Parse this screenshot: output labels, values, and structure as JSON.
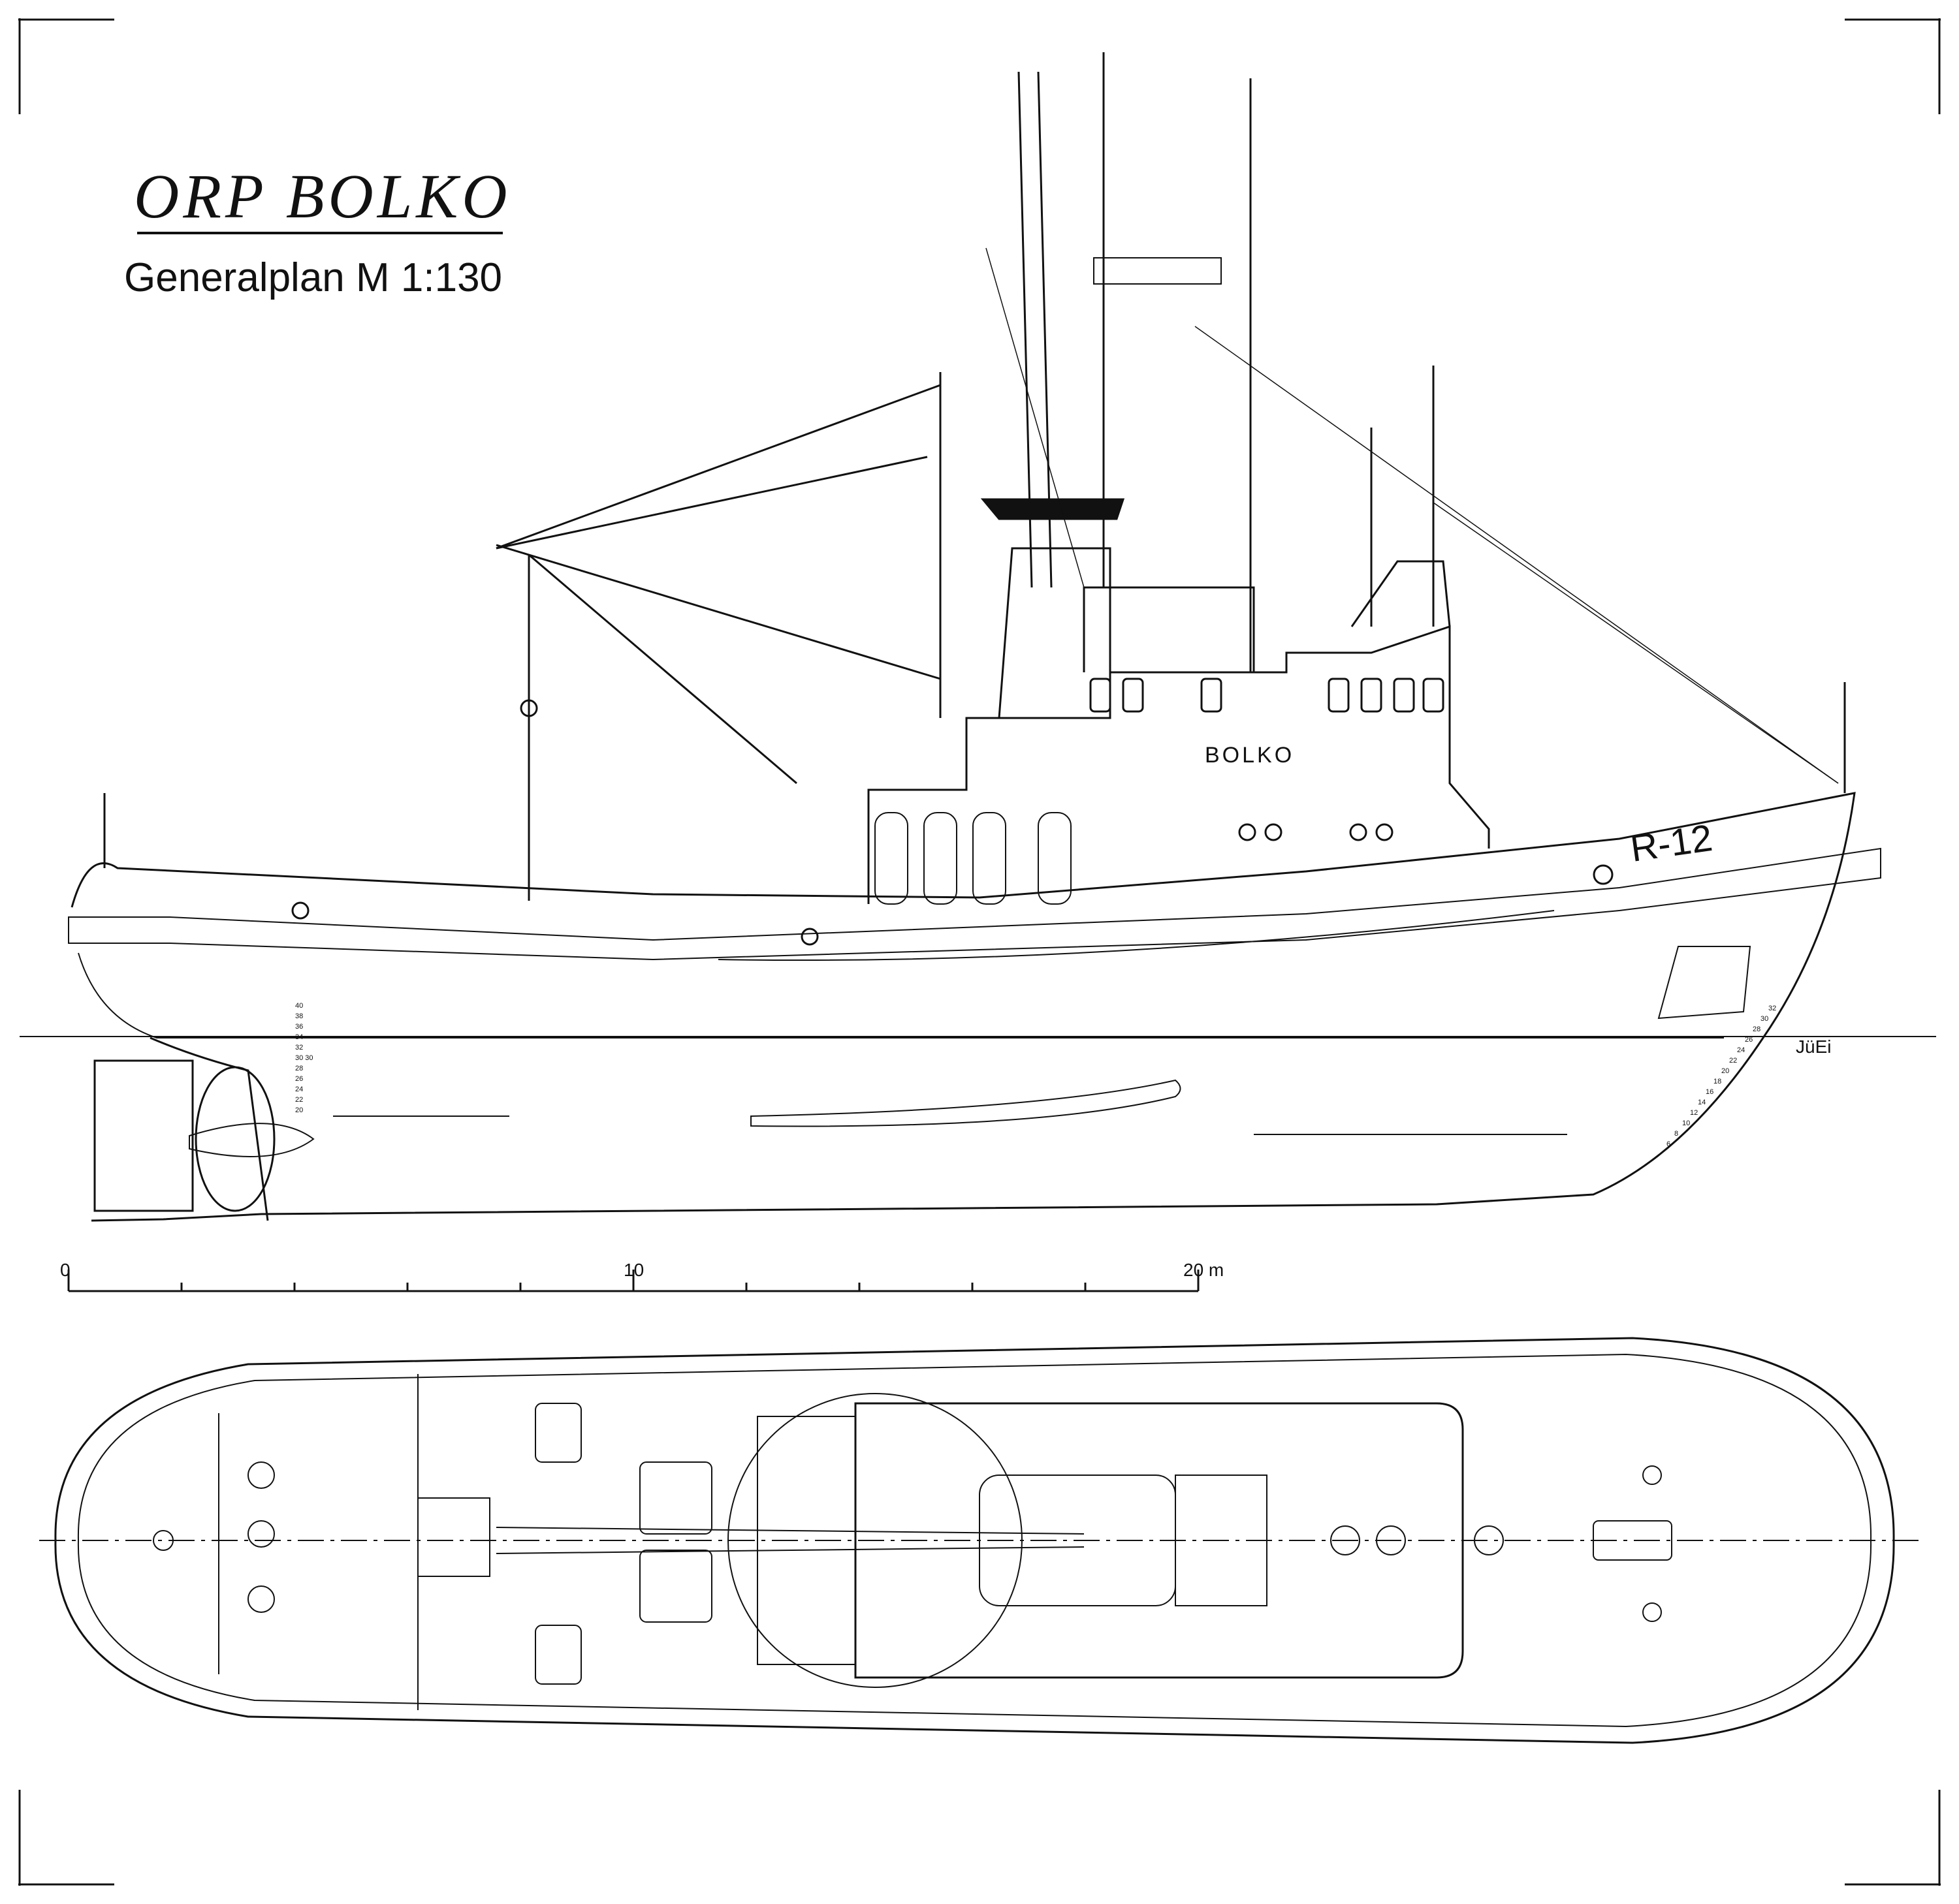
{
  "title": "ORP BOLKO",
  "subtitle": "Generalplan M 1:130",
  "hull_name": "BOLKO",
  "pennant_number": "R-12",
  "signature": "JüEi",
  "scale_bar": {
    "labels": [
      "0",
      "10",
      "20 m"
    ]
  },
  "draft_marks_stern": [
    "40",
    "38",
    "36",
    "34",
    "32",
    "30 30",
    "28",
    "26",
    "24",
    "22",
    "20"
  ],
  "draft_marks_bow": [
    "32",
    "30",
    "28",
    "26",
    "24",
    "22",
    "20",
    "18",
    "16",
    "14",
    "12",
    "10",
    "8",
    "6"
  ],
  "colors": {
    "ink": "#111111",
    "paper": "#ffffff"
  }
}
